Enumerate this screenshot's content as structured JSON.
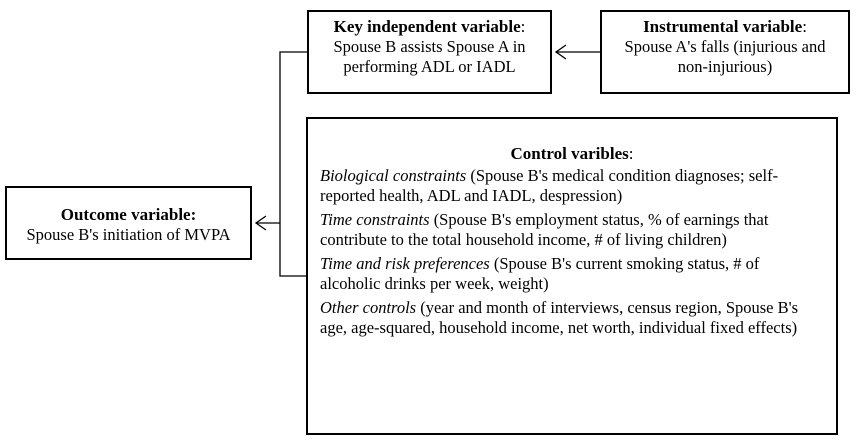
{
  "key_independent": {
    "title": "Key independent variable",
    "title_colon": ":",
    "line1": "Spouse B assists Spouse A in",
    "line2": "performing ADL or IADL"
  },
  "instrumental": {
    "title": "Instrumental variable",
    "title_colon": ":",
    "line1": "Spouse A's falls (injurious and",
    "line2": "non-injurious)"
  },
  "outcome": {
    "title": "Outcome variable:",
    "line1": "Spouse B's initiation of MVPA"
  },
  "control": {
    "title": "Control varibles",
    "title_colon": ":",
    "biological": {
      "label": "Biological constraints",
      "text": " (Spouse B's medical condition diagnoses; self-reported health, ADL and IADL, despression)"
    },
    "time": {
      "label": "Time constraints",
      "text": " (Spouse B's employment status, % of earnings that contribute to the total household income, # of living children)"
    },
    "preferences": {
      "label": "Time and risk preferences",
      "text": " (Spouse B's current smoking status, # of alcoholic drinks per week, weight)"
    },
    "other": {
      "label": "Other controls",
      "text": " (year and month of interviews, census region, Spouse B's age, age-squared, household income, net worth, individual fixed effects)"
    }
  },
  "colors": {
    "line": "#000000",
    "background": "#ffffff"
  }
}
